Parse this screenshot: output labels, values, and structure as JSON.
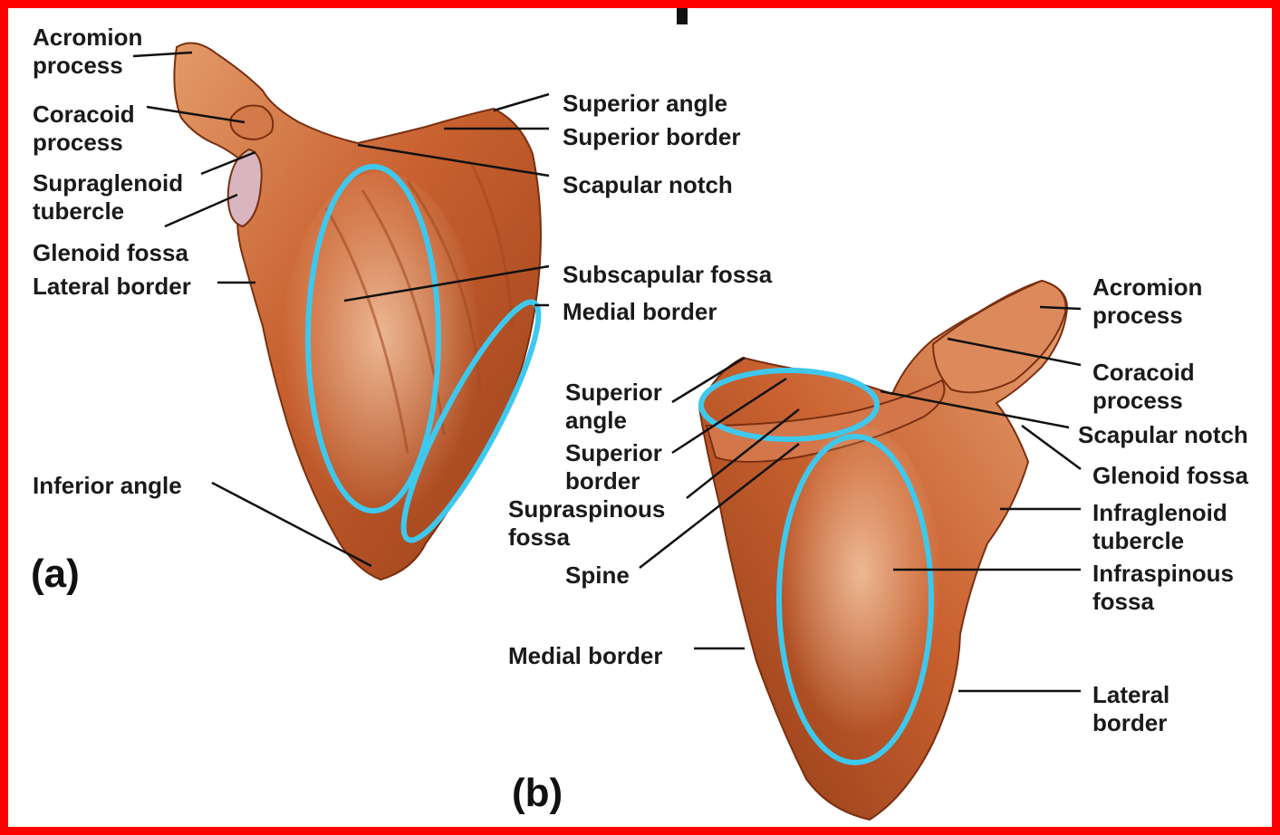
{
  "colors": {
    "frame": "#ff0000",
    "bone": "#c8602f",
    "bone_dark": "#8f3a17",
    "bone_light": "#e8a579",
    "highlight": "#3ec8ee",
    "leader": "#111111"
  },
  "view_a": {
    "tag": "(a)",
    "labels": {
      "acromion_process": "Acromion\nprocess",
      "coracoid_process": "Coracoid\nprocess",
      "supraglenoid_tubercle": "Supraglenoid\ntubercle",
      "glenoid_fossa": "Glenoid fossa",
      "lateral_border": "Lateral border",
      "inferior_angle": "Inferior angle",
      "superior_angle": "Superior angle",
      "superior_border": "Superior border",
      "scapular_notch": "Scapular notch",
      "subscapular_fossa": "Subscapular fossa",
      "medial_border": "Medial border"
    }
  },
  "view_b": {
    "tag": "(b)",
    "labels": {
      "superior_angle": "Superior\nangle",
      "superior_border": "Superior\nborder",
      "supraspinous_fossa": "Supraspinous\nfossa",
      "spine": "Spine",
      "medial_border": "Medial border",
      "acromion_process": "Acromion\nprocess",
      "coracoid_process": "Coracoid\nprocess",
      "scapular_notch": "Scapular notch",
      "glenoid_fossa": "Glenoid fossa",
      "infraglenoid_tubercle": "Infraglenoid\ntubercle",
      "infraspinous_fossa": "Infraspinous\nfossa",
      "lateral_border": "Lateral\nborder"
    }
  }
}
